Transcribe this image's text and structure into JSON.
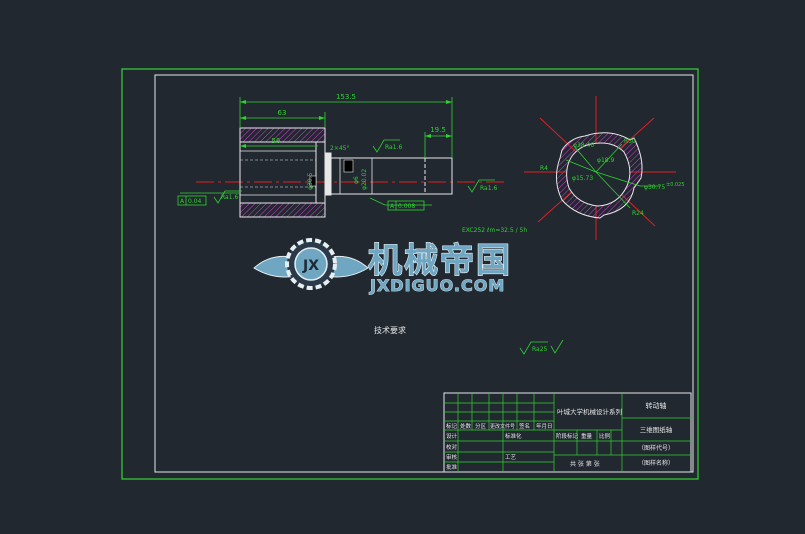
{
  "colors": {
    "background": "#212830",
    "frame": "#33d633",
    "lines": "#e6e6e6",
    "green": "#2fd22f",
    "cyan": "#28d2d8",
    "red": "#e02020",
    "yellow": "#e0d838",
    "hatch": "#cc44cc",
    "logo": "#6fa6c2"
  },
  "drawing": {
    "dims": {
      "overall": "153.5",
      "bore_depth": "63",
      "inner": "56",
      "right_len": "19.5",
      "chamfer": "2×45°"
    },
    "roughness": {
      "left": "Ra1.6",
      "top": "Ra1.6",
      "right": "Ra1.6",
      "global": "Ra25"
    },
    "tolerances": {
      "left_box_letter": "A",
      "left_box_value": "0.04",
      "bottom_box_letter": "A",
      "bottom_box_value": "0.008",
      "phi_left": "φ30.5",
      "phi_mid": "φ20.02",
      "phi_small": "φ6"
    },
    "hardness_note": "EXC252 ℓm=32.5 / 5h",
    "section_labels": {
      "r4": "R4",
      "r30": "R30",
      "d_top": "φ38.40",
      "d_mid": "φ18.9",
      "d_inner": "φ15.73",
      "d_right": "φ30.75",
      "r24": "R24",
      "tol_right": "±0.025"
    }
  },
  "notes": {
    "technical_requirements": "技术要求"
  },
  "watermark": {
    "badge": "JX",
    "chinese": "机械帝国",
    "domain": "JXDIGUO.COM"
  },
  "title_block": {
    "school": "叶城大学机械设计系列",
    "part_name": "转动轴",
    "subtitle": "三维图纸轴",
    "drawing_no_1": "（图样代号）",
    "drawing_no_2": "（图样名称）",
    "header_cells": [
      "标记",
      "处数",
      "分区",
      "更改文件号",
      "签名",
      "年月日"
    ],
    "row_labels": [
      "设计",
      "校对",
      "审核",
      "工艺",
      "批准"
    ],
    "std_label": "标准化",
    "stage_labels": [
      "阶段标记",
      "重量",
      "比例"
    ],
    "bottom": "共 张 第 张"
  }
}
